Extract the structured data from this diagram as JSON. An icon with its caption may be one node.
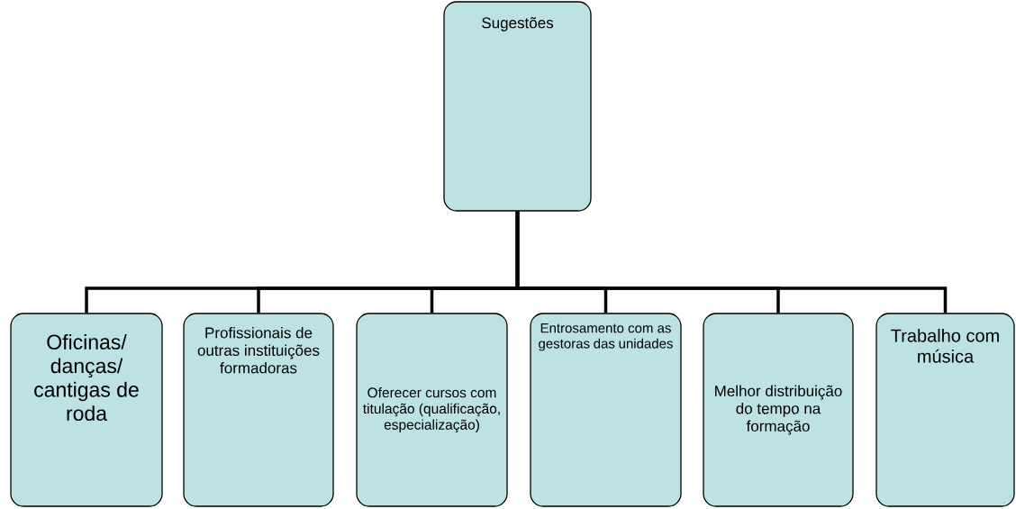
{
  "diagram": {
    "nodes": [
      {
        "text": [
          "Sugestões"
        ]
      },
      {
        "text": [
          "Oficinas/ danças/ cantigas de roda"
        ]
      },
      {
        "text": [
          "Profissionais de outras instituições formadoras"
        ]
      },
      {
        "text": [
          "Oferecer cursos com titulação (qualificação, especialização)"
        ]
      },
      {
        "text": [
          "Entrosamento com as gestoras das unidades"
        ]
      },
      {
        "text": [
          "Melhor distribuição do tempo na formação"
        ]
      },
      {
        "text": [
          "Trabalho com música"
        ]
      }
    ],
    "edges": [
      {
        "from": 0,
        "to": 1,
        "arrow": "none"
      },
      {
        "from": 0,
        "to": 2,
        "arrow": "none"
      },
      {
        "from": 0,
        "to": 3,
        "arrow": "none"
      },
      {
        "from": 0,
        "to": 4,
        "arrow": "none"
      },
      {
        "from": 0,
        "to": 5,
        "arrow": "none"
      },
      {
        "from": 0,
        "to": 6,
        "arrow": "none"
      }
    ]
  }
}
